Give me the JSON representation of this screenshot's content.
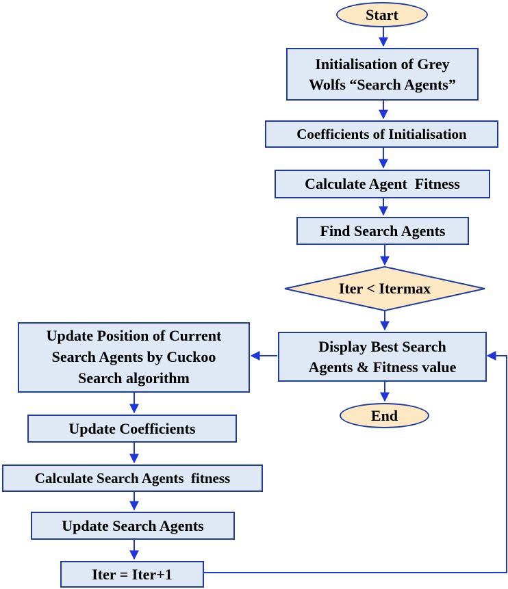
{
  "colors": {
    "box_fill": "#dfe9f5",
    "terminal_fill": "#fde8c4",
    "decision_fill": "#fde8c4",
    "stroke": "#1f3b9e",
    "arrow": "#1f35d6"
  },
  "nodes": {
    "start": "Start",
    "init_wolves": [
      "Initialisation of Grey",
      "Wolfs “Search Agents”"
    ],
    "init_coeff": "Coefficients of Initialisation",
    "calc_fitness": "Calculate Agent  Fitness",
    "find_agents": "Find Search Agents",
    "decision": "Iter < Itermax",
    "display_best": [
      "Display Best Search",
      "Agents & Fitness value"
    ],
    "end": "End",
    "update_position": [
      "Update Position of Current",
      "Search Agents by Cuckoo",
      "Search algorithm"
    ],
    "update_coeff": "Update Coefficients",
    "calc_search_fitness": "Calculate Search Agents  fitness",
    "update_agents": "Update Search Agents",
    "iter_inc": "Iter = Iter+1"
  }
}
